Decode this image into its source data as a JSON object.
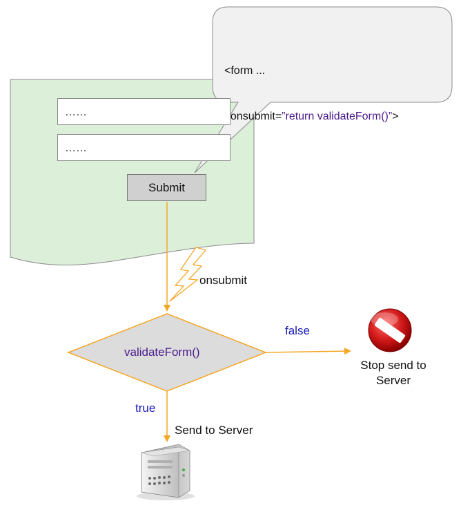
{
  "form": {
    "field_1_value": "……",
    "field_2_value": "……",
    "submit_label": "Submit"
  },
  "callout": {
    "line1": "<form ...",
    "line2_prefix": "  onsubmit=",
    "line2_code": "”return validateForm()”",
    "line2_suffix": ">"
  },
  "event": {
    "label": "onsubmit"
  },
  "decision": {
    "label": "validateForm()"
  },
  "branches": {
    "false_label": "false",
    "true_label": "true"
  },
  "stop": {
    "line1": "Stop send to",
    "line2": "Server"
  },
  "server": {
    "label": "Send to Server"
  },
  "colors": {
    "form_bg": "#dcefd9",
    "arrow": "#f5a623",
    "decision_fill": "#dcdcdc",
    "keyword": "#1a1ab8",
    "code": "#4a1a8c"
  }
}
